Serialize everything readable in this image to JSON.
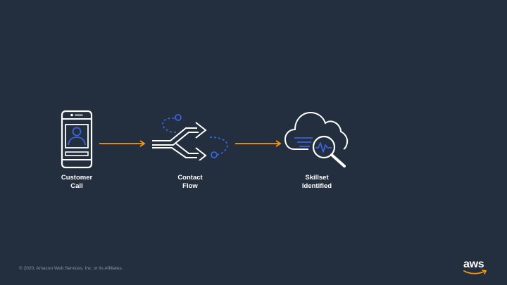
{
  "nodes": [
    {
      "id": "customer",
      "line1": "Customer",
      "line2": "Call"
    },
    {
      "id": "flow",
      "line1": "Contact",
      "line2": "Flow"
    },
    {
      "id": "skillset",
      "line1": "Skillset",
      "line2": "Identified"
    }
  ],
  "footer": "© 2020, Amazon Web Services, Inc. or its Affiliates.",
  "logo": "aws",
  "colors": {
    "background": "#232f3e",
    "arrow": "#f90",
    "accent": "#3b63d9",
    "outline": "#ffffff"
  }
}
